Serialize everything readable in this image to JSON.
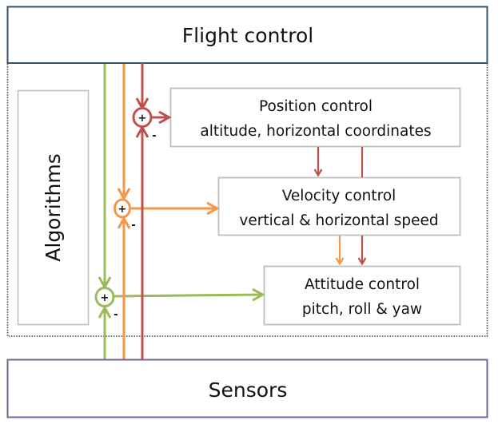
{
  "diagram": {
    "title": "Flight control cascade",
    "top_block": {
      "label": "Flight control",
      "border_color": "#34506f"
    },
    "bottom_block": {
      "label": "Sensors",
      "border_color": "#7b6295"
    },
    "side_block": {
      "label": "Algorithms",
      "border_color": "#bfbfbf"
    },
    "container": {
      "border_color": "#34506f",
      "style": "dotted"
    },
    "control_blocks": [
      {
        "id": "position",
        "title": "Position control",
        "subtitle": "altitude, horizontal coordinates",
        "border_color": "#bfbfbf"
      },
      {
        "id": "velocity",
        "title": "Velocity control",
        "subtitle": "vertical & horizontal speed",
        "border_color": "#bfbfbf"
      },
      {
        "id": "attitude",
        "title": "Attitude control",
        "subtitle": "pitch, roll & yaw",
        "border_color": "#bfbfbf"
      }
    ],
    "loops": [
      {
        "id": "position-loop",
        "color": "#c0504d",
        "plus": "+",
        "minus": "-",
        "target": "position"
      },
      {
        "id": "velocity-loop",
        "color": "#f79646",
        "plus": "+",
        "minus": "-",
        "target": "velocity"
      },
      {
        "id": "attitude-loop",
        "color": "#9bbb59",
        "plus": "+",
        "minus": "-",
        "target": "attitude"
      }
    ],
    "links": [
      {
        "from": "position",
        "to": "velocity",
        "color": "#c0504d",
        "arrow": true
      },
      {
        "from": "position",
        "to": "attitude",
        "color": "#c0504d",
        "arrow": true
      },
      {
        "from": "velocity",
        "to": "attitude",
        "color": "#f79646",
        "arrow": true
      }
    ]
  }
}
